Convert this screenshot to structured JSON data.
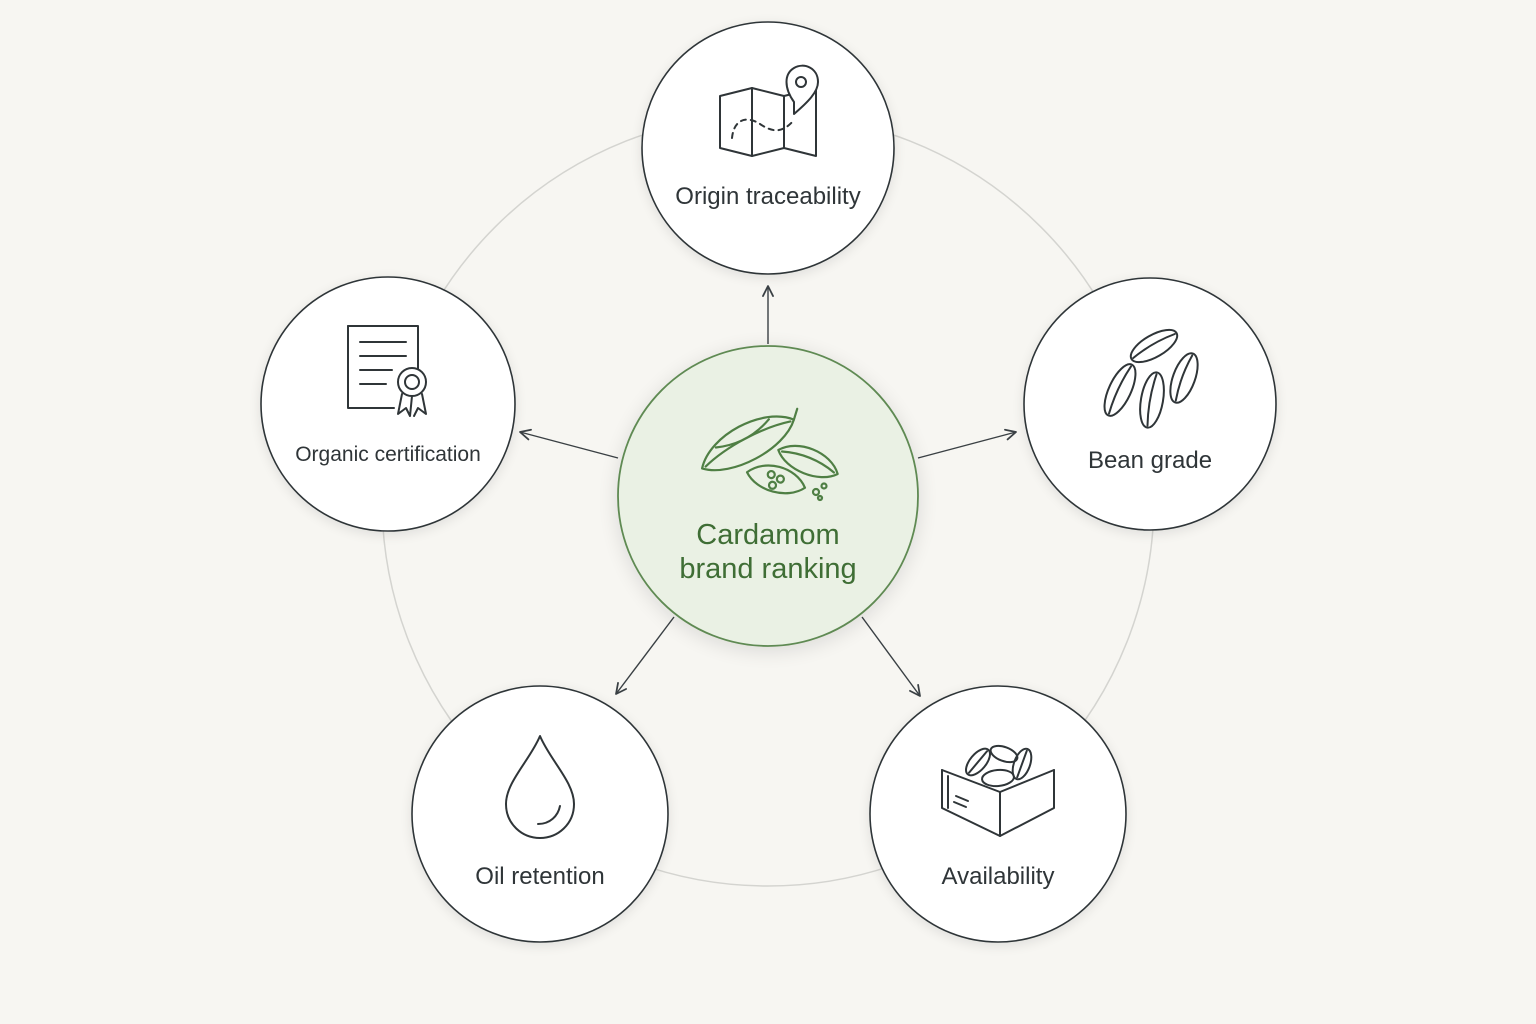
{
  "center": {
    "label_line1": "Cardamom",
    "label_line2": "brand ranking",
    "icon": "cardamom-pods-icon"
  },
  "factors": [
    {
      "label": "Origin traceability",
      "icon": "map-pin-icon"
    },
    {
      "label": "Bean grade",
      "icon": "cardamom-beans-icon"
    },
    {
      "label": "Availability",
      "icon": "crate-icon"
    },
    {
      "label": "Oil retention",
      "icon": "oil-drop-icon"
    },
    {
      "label": "Organic certification",
      "icon": "certificate-icon"
    }
  ],
  "colors": {
    "background": "#f7f6f2",
    "accent": "#4f7f44",
    "accent_fill": "#eaf1e4",
    "stroke": "#2f3538",
    "ring": "#d4d4d0"
  }
}
